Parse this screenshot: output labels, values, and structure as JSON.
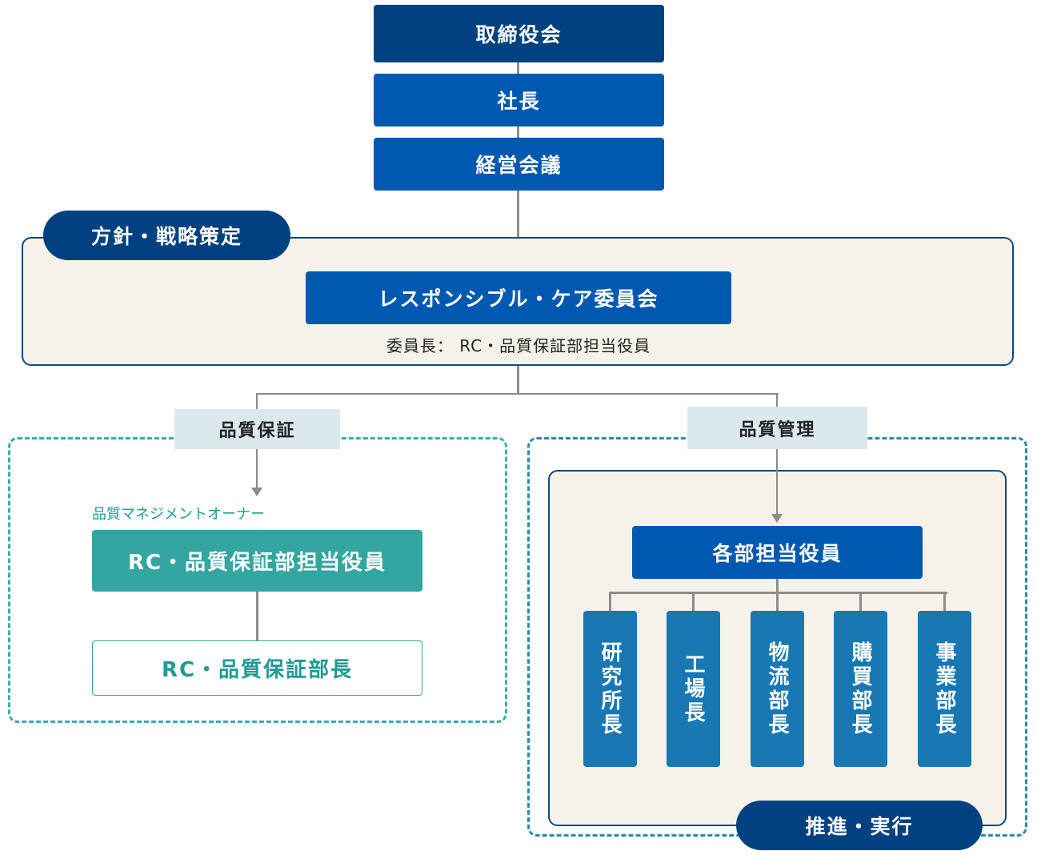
{
  "top": {
    "board": "取締役会",
    "president": "社長",
    "management_meeting": "経営会議"
  },
  "policy_section": {
    "pill_label": "方針・戦略策定",
    "committee": "レスポンシブル・ケア委員会",
    "chair_text": "委員長： RC・品質保証部担当役員"
  },
  "quality_assurance": {
    "tag": "品質保証",
    "owner_caption": "品質マネジメントオーナー",
    "executive": "RC・品質保証部担当役員",
    "manager": "RC・品質保証部長"
  },
  "quality_control": {
    "tag": "品質管理",
    "executive": "各部担当役員",
    "departments": [
      "研究所長",
      "工場長",
      "物流部長",
      "購買部長",
      "事業部長"
    ],
    "pill_label": "推進・実行"
  },
  "colors": {
    "navy": "#00417f",
    "blue": "#0059b0",
    "dept_blue": "#1878b3",
    "teal": "#33a6a2",
    "frame_bg": "#f5f3e9",
    "tag_bg": "#dbe9ef",
    "qa_dash": "#36b0ad",
    "qc_dash": "#2a8ab0",
    "connector": "#8c8c8c"
  }
}
